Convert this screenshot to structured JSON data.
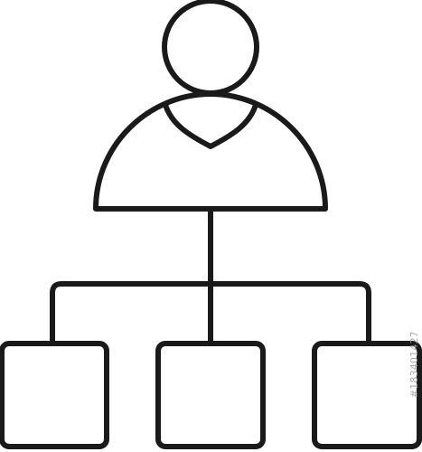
{
  "icon": {
    "name": "org-chart-icon",
    "stroke_color": "#1a1a1a",
    "background_color": "#ffffff",
    "parts": [
      "person-head",
      "person-body",
      "connector-lines",
      "child-box-left",
      "child-box-center",
      "child-box-right"
    ]
  },
  "watermark": {
    "id_text": "#183401427"
  }
}
